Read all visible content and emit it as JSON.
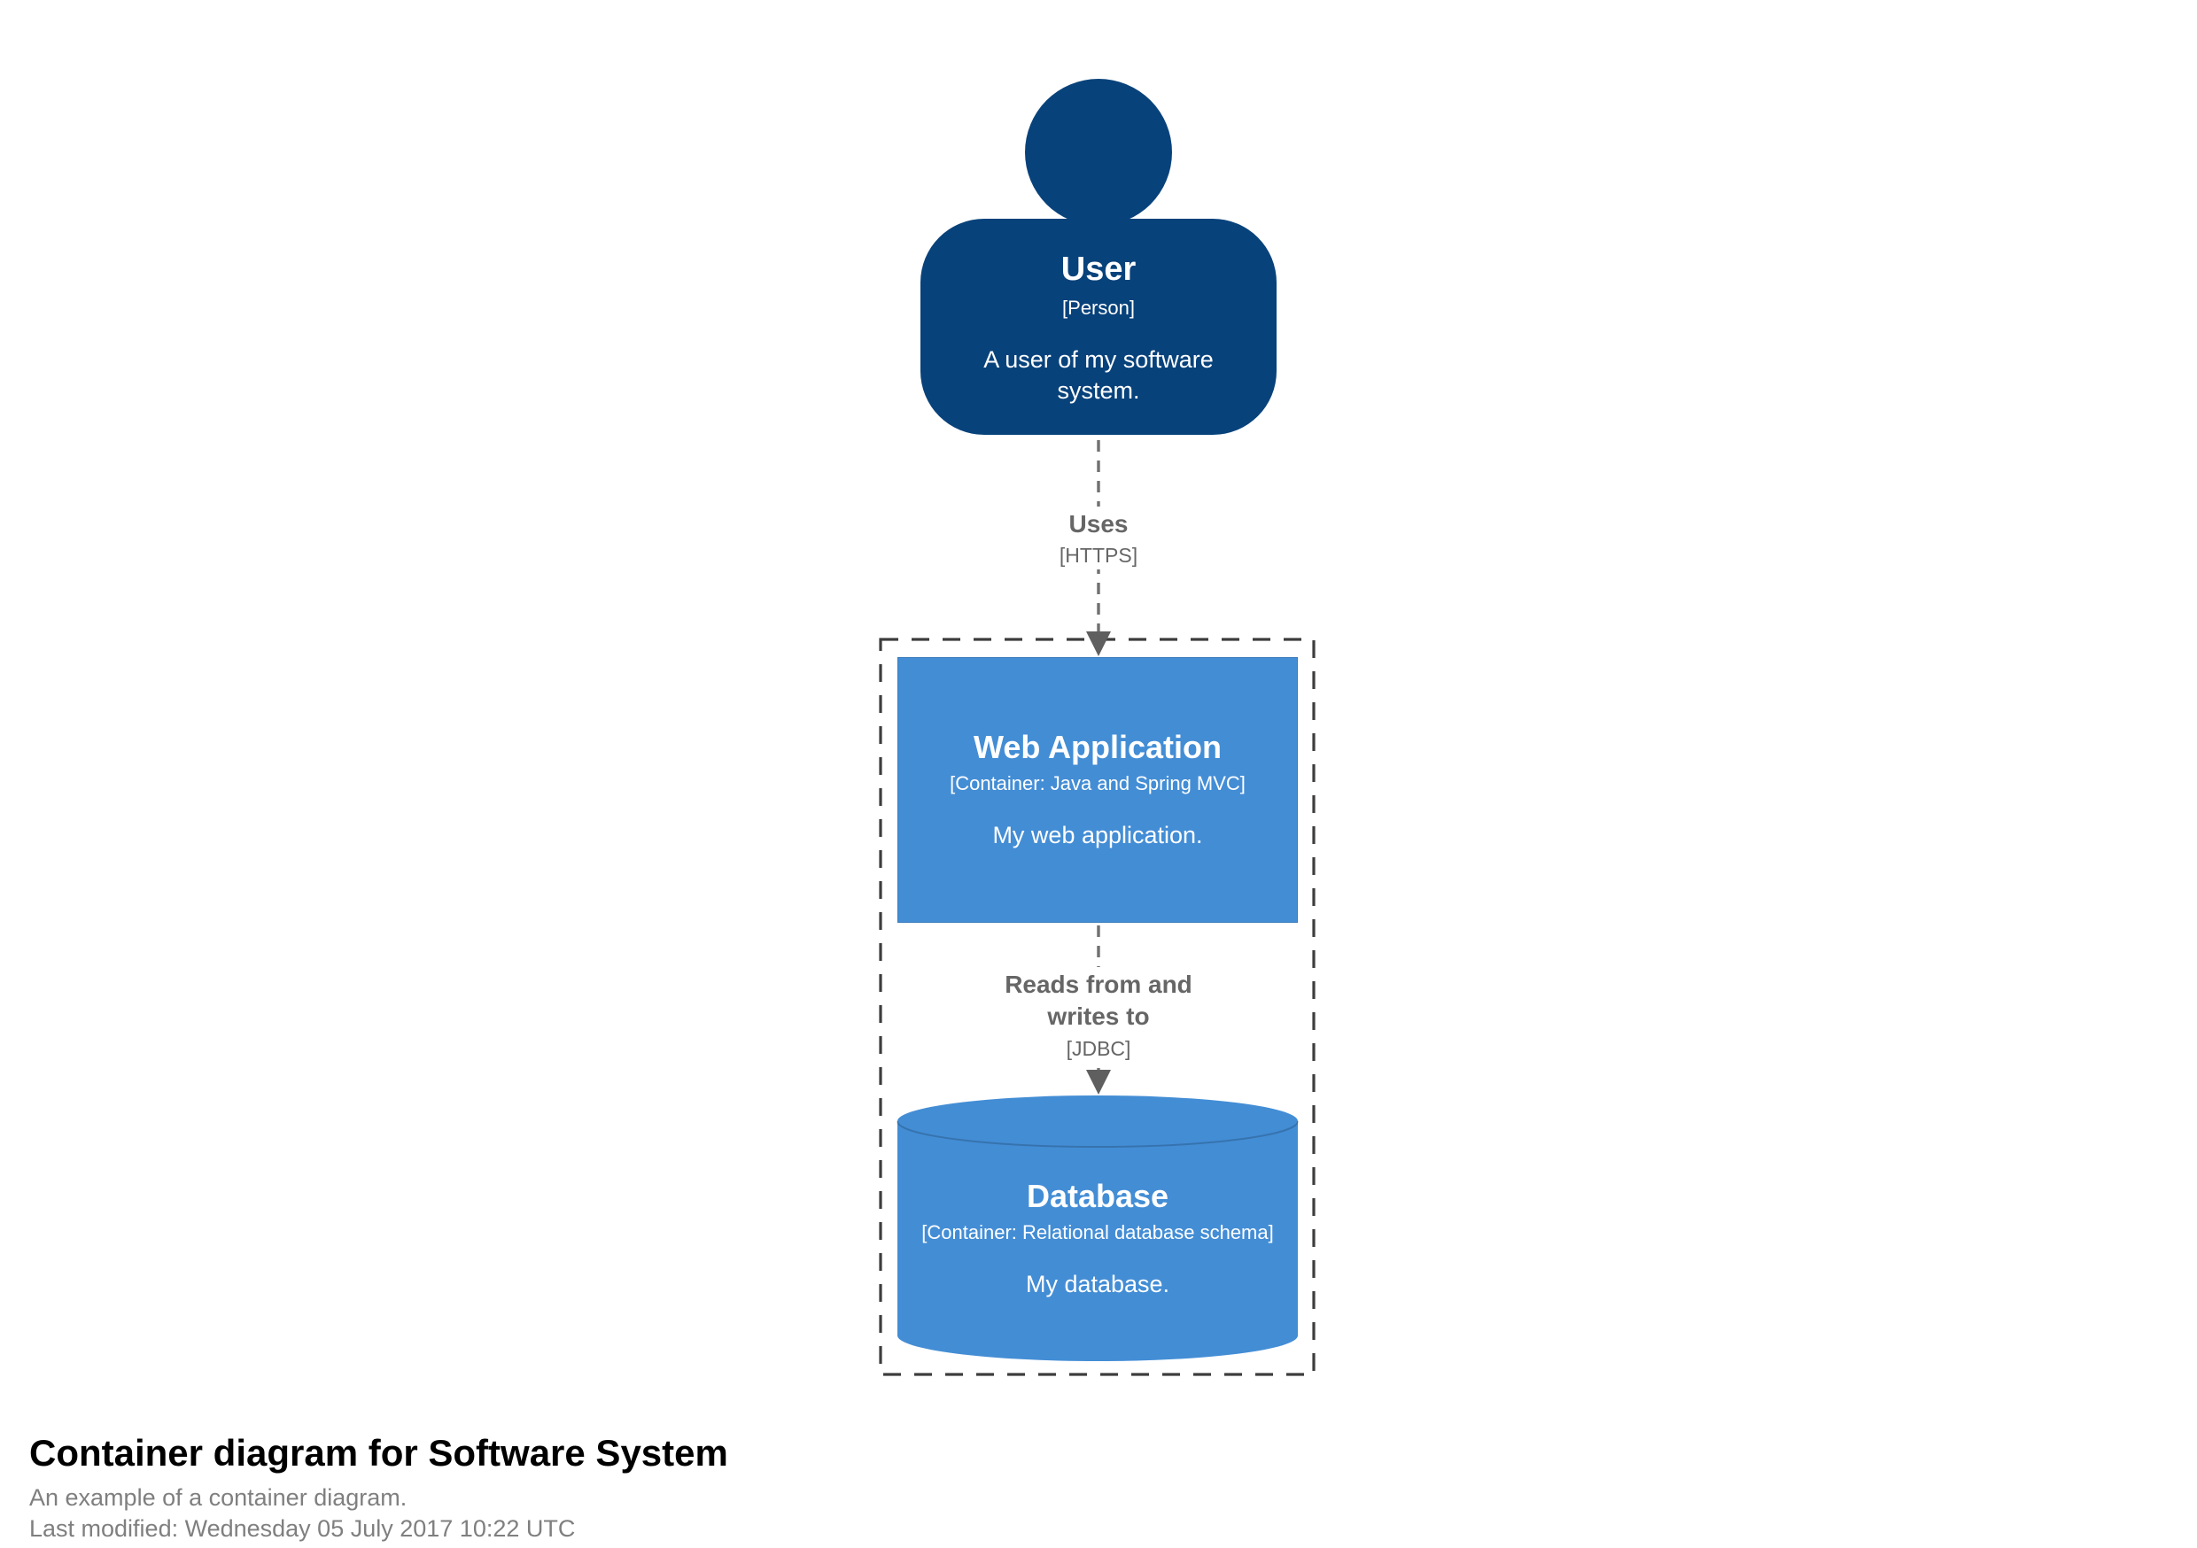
{
  "elements": {
    "user": {
      "name": "User",
      "type": "[Person]",
      "description": "A user of my software system."
    },
    "web_app": {
      "name": "Web Application",
      "type": "[Container: Java and Spring MVC]",
      "description": "My web application."
    },
    "database": {
      "name": "Database",
      "type": "[Container: Relational database schema]",
      "description": "My database."
    }
  },
  "relationships": {
    "user_webapp": {
      "label": "Uses",
      "technology": "[HTTPS]"
    },
    "webapp_db": {
      "label": "Reads from and writes to",
      "technology": "[JDBC]"
    }
  },
  "footer": {
    "title": "Container diagram for Software System",
    "subtitle": "An example of a container diagram.",
    "last_modified": "Last modified: Wednesday 05 July 2017 10:22 UTC"
  },
  "colors": {
    "person_fill": "#08427b",
    "container_fill": "#438dd5",
    "relationship": "#707070",
    "relationship_text": "#666666",
    "boundary": "#3d3d3d",
    "background": "#ffffff"
  }
}
